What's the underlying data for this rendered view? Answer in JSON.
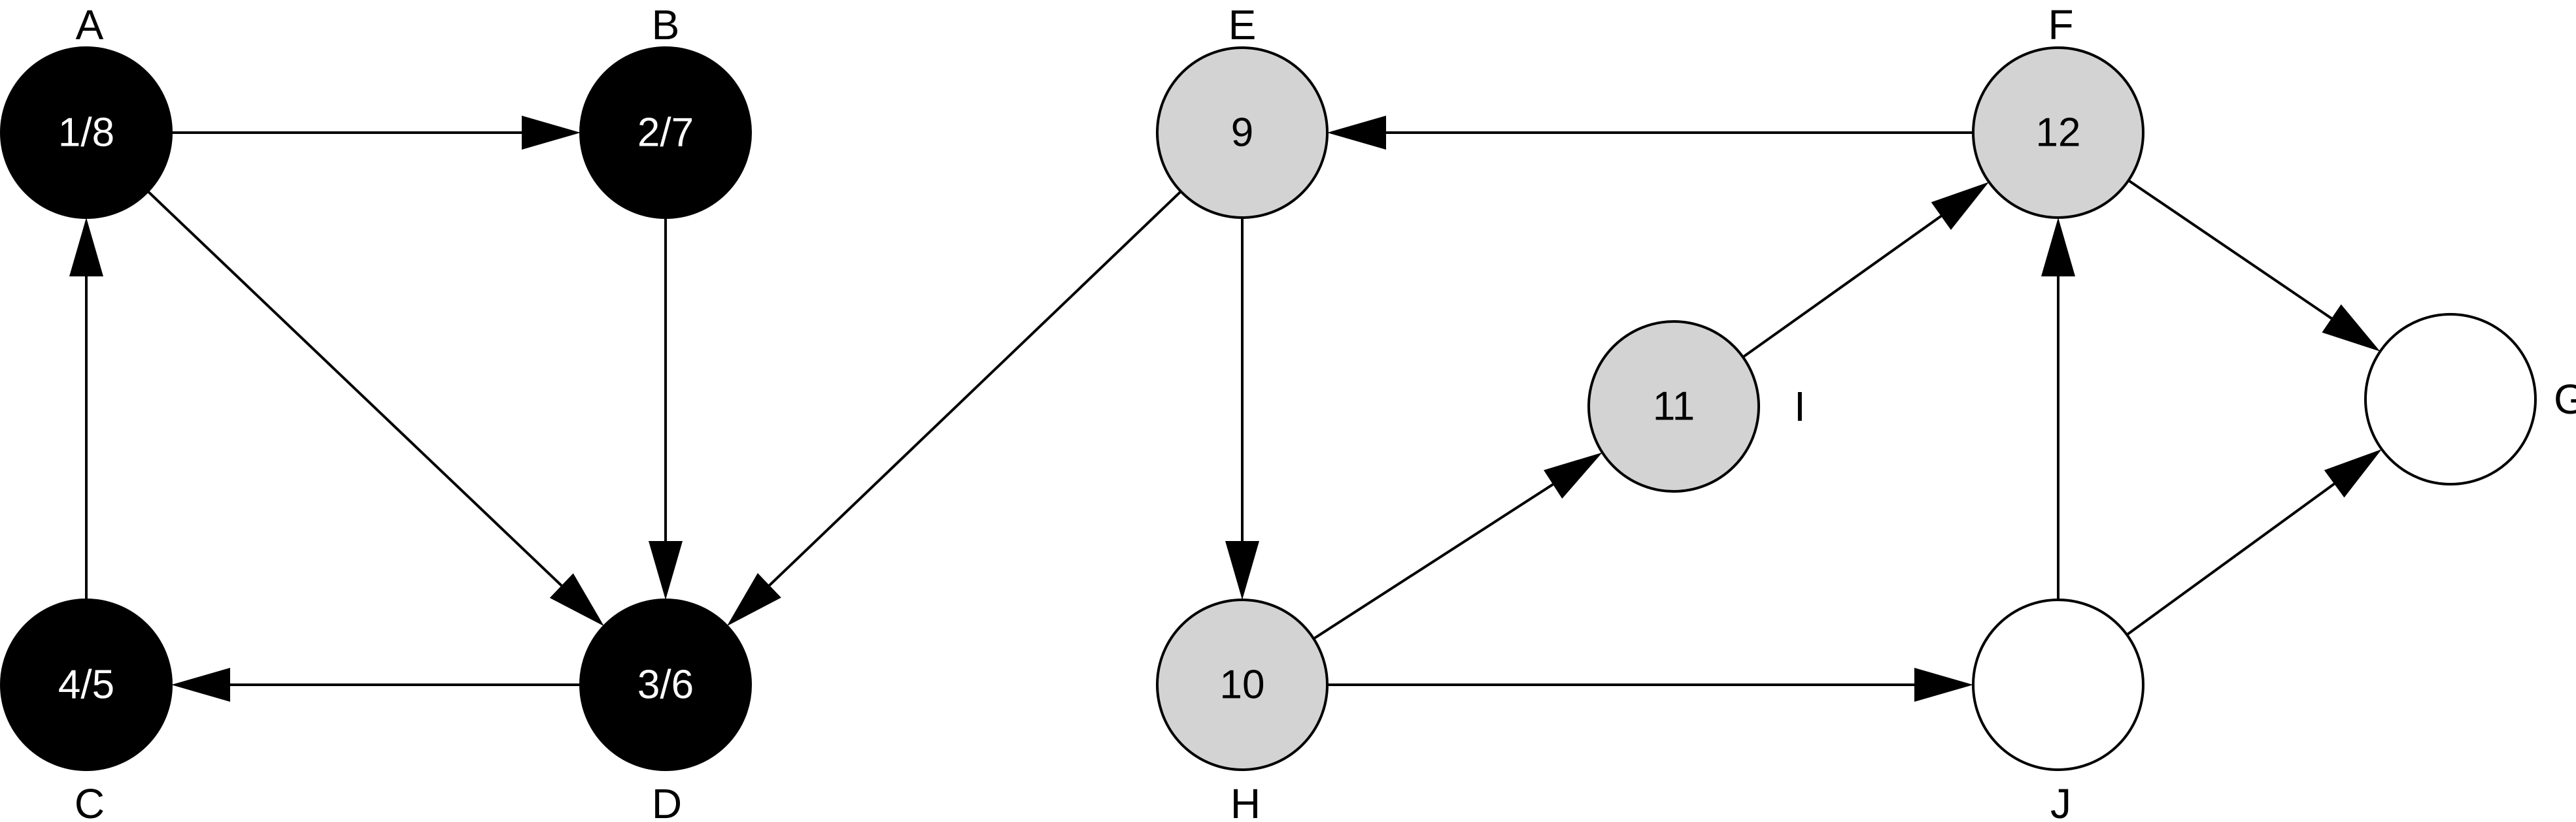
{
  "colors": {
    "finished": "#000000",
    "visiting": "#d3d3d3",
    "unvisited": "#ffffff",
    "stroke": "#000000"
  },
  "nodes": [
    {
      "id": "A",
      "label": "A",
      "text": "1/8",
      "state": "finished"
    },
    {
      "id": "B",
      "label": "B",
      "text": "2/7",
      "state": "finished"
    },
    {
      "id": "C",
      "label": "C",
      "text": "4/5",
      "state": "finished"
    },
    {
      "id": "D",
      "label": "D",
      "text": "3/6",
      "state": "finished"
    },
    {
      "id": "E",
      "label": "E",
      "text": "9",
      "state": "visiting"
    },
    {
      "id": "F",
      "label": "F",
      "text": "12",
      "state": "visiting"
    },
    {
      "id": "G",
      "label": "G",
      "text": "",
      "state": "unvisited"
    },
    {
      "id": "H",
      "label": "H",
      "text": "10",
      "state": "visiting"
    },
    {
      "id": "I",
      "label": "I",
      "text": "11",
      "state": "visiting"
    },
    {
      "id": "J",
      "label": "J",
      "text": "",
      "state": "unvisited"
    }
  ],
  "edges": [
    {
      "from": "A",
      "to": "B"
    },
    {
      "from": "A",
      "to": "D"
    },
    {
      "from": "B",
      "to": "D"
    },
    {
      "from": "C",
      "to": "A"
    },
    {
      "from": "D",
      "to": "C"
    },
    {
      "from": "E",
      "to": "D"
    },
    {
      "from": "E",
      "to": "H"
    },
    {
      "from": "F",
      "to": "E"
    },
    {
      "from": "F",
      "to": "G"
    },
    {
      "from": "H",
      "to": "I"
    },
    {
      "from": "H",
      "to": "J"
    },
    {
      "from": "I",
      "to": "F"
    },
    {
      "from": "J",
      "to": "F"
    },
    {
      "from": "J",
      "to": "G"
    }
  ]
}
